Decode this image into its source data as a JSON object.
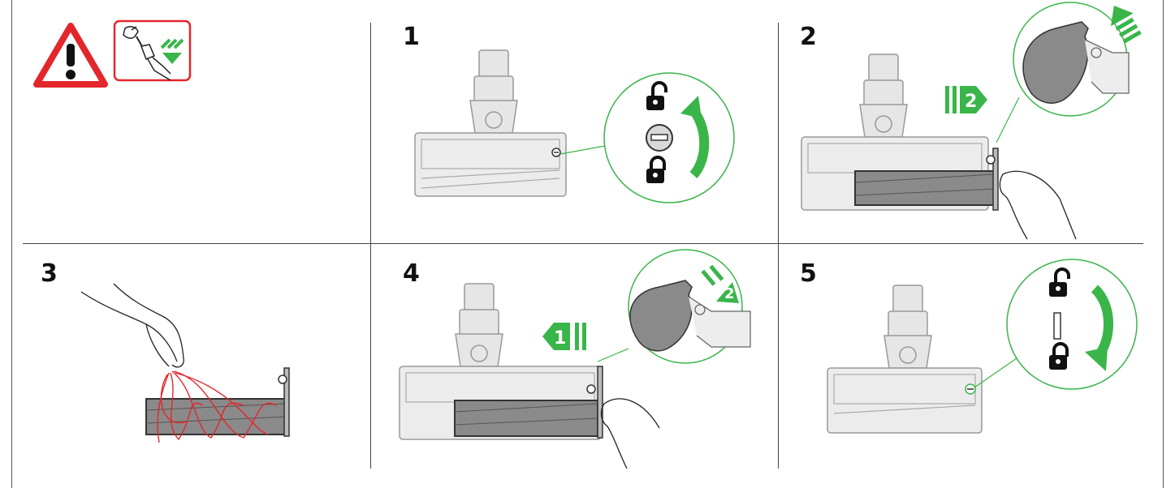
{
  "steps": [
    {
      "id": "step-1",
      "number": "1"
    },
    {
      "id": "step-2",
      "number": "2"
    },
    {
      "id": "step-3",
      "number": "3"
    },
    {
      "id": "step-4",
      "number": "4"
    },
    {
      "id": "step-5",
      "number": "5"
    }
  ],
  "arrow_labels": {
    "step2_push": "2",
    "step4_push": "1",
    "step4_detail": "2"
  },
  "colors": {
    "warning_red": "#e3262b",
    "arrow_green": "#3ab54a",
    "roller_gray": "#8a8a8a",
    "hair_red": "#e3262b",
    "part_light": "#e2e2e2",
    "outline": "#333333"
  },
  "icons": {
    "warning": "warning-triangle-icon",
    "unplug": "unplug-charger-icon",
    "unlock": "padlock-open-icon",
    "lock": "padlock-closed-icon"
  }
}
